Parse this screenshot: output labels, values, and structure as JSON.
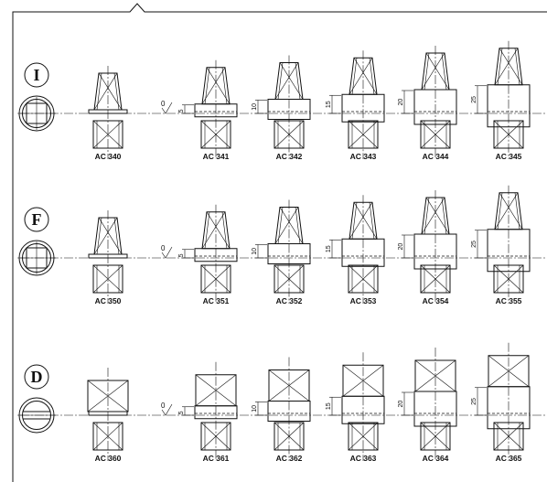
{
  "rows": [
    {
      "symbol": "I",
      "symbol_style": "square-hub",
      "roughness_mark": "0",
      "parts": [
        {
          "code": "AC 340",
          "offset": ""
        },
        {
          "code": "AC 341",
          "offset": "5"
        },
        {
          "code": "AC 342",
          "offset": "10"
        },
        {
          "code": "AC 343",
          "offset": "15"
        },
        {
          "code": "AC 344",
          "offset": "20"
        },
        {
          "code": "AC 345",
          "offset": "25"
        }
      ]
    },
    {
      "symbol": "F",
      "symbol_style": "square-hub",
      "roughness_mark": "0",
      "parts": [
        {
          "code": "AC 350",
          "offset": ""
        },
        {
          "code": "AC 351",
          "offset": "5"
        },
        {
          "code": "AC 352",
          "offset": "10"
        },
        {
          "code": "AC 353",
          "offset": "15"
        },
        {
          "code": "AC 354",
          "offset": "20"
        },
        {
          "code": "AC 355",
          "offset": "25"
        }
      ]
    },
    {
      "symbol": "D",
      "symbol_style": "flat-hub",
      "roughness_mark": "0",
      "parts": [
        {
          "code": "AC 360",
          "offset": ""
        },
        {
          "code": "AC 361",
          "offset": "5"
        },
        {
          "code": "AC 362",
          "offset": "10"
        },
        {
          "code": "AC 363",
          "offset": "15"
        },
        {
          "code": "AC 364",
          "offset": "20"
        },
        {
          "code": "AC 365",
          "offset": "25"
        }
      ]
    }
  ]
}
